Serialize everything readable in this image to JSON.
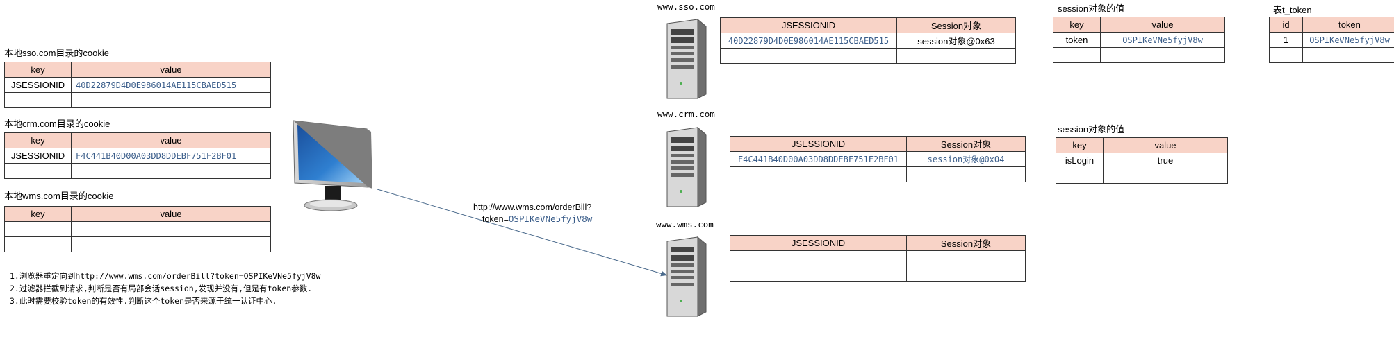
{
  "local_cookies": {
    "sso": {
      "title": "本地sso.com目录的cookie",
      "headers": [
        "key",
        "value"
      ],
      "rows": [
        [
          "JSESSIONID",
          "40D22879D4D0E986014AE115CBAED515"
        ],
        [
          "",
          ""
        ]
      ]
    },
    "crm": {
      "title": "本地crm.com目录的cookie",
      "headers": [
        "key",
        "value"
      ],
      "rows": [
        [
          "JSESSIONID",
          "F4C441B40D00A03DD8DDEBF751F2BF01"
        ],
        [
          "",
          ""
        ]
      ]
    },
    "wms": {
      "title": "本地wms.com目录的cookie",
      "headers": [
        "key",
        "value"
      ],
      "rows": [
        [
          "",
          ""
        ],
        [
          "",
          ""
        ]
      ]
    }
  },
  "request": {
    "line1": "http://www.wms.com/orderBill?",
    "line2_prefix": "token=",
    "line2_token": "OSPIKeVNe5fyjV8w"
  },
  "steps": [
    "1.浏览器重定向到http://www.wms.com/orderBill?token=OSPIKeVNe5fyjV8w",
    "2.过滤器拦截到请求,判断是否有局部会话session,发现并没有,但是有token参数.",
    "3.此时需要校验token的有效性.判断这个token是否来源于统一认证中心."
  ],
  "servers": {
    "sso": {
      "host": "www.sso.com",
      "headers": [
        "JSESSIONID",
        "Session对象"
      ],
      "rows": [
        [
          "40D22879D4D0E986014AE115CBAED515",
          "session对象@0x63"
        ],
        [
          "",
          ""
        ]
      ]
    },
    "crm": {
      "host": "www.crm.com",
      "headers": [
        "JSESSIONID",
        "Session对象"
      ],
      "rows": [
        [
          "F4C441B40D00A03DD8DDEBF751F2BF01",
          "session对象@0x04"
        ],
        [
          "",
          ""
        ]
      ]
    },
    "wms": {
      "host": "www.wms.com",
      "headers": [
        "JSESSIONID",
        "Session对象"
      ],
      "rows": [
        [
          "",
          ""
        ],
        [
          "",
          ""
        ]
      ]
    }
  },
  "sso_session_value": {
    "title": "session对象的值",
    "headers": [
      "key",
      "value"
    ],
    "rows": [
      [
        "token",
        "OSPIKeVNe5fyjV8w"
      ],
      [
        "",
        ""
      ]
    ]
  },
  "crm_session_value": {
    "title": "session对象的值",
    "headers": [
      "key",
      "value"
    ],
    "rows": [
      [
        "isLogin",
        "true"
      ],
      [
        "",
        ""
      ]
    ]
  },
  "t_token_table": {
    "title": "表t_token",
    "headers": [
      "id",
      "token"
    ],
    "rows": [
      [
        "1",
        "OSPIKeVNe5fyjV8w"
      ],
      [
        "",
        ""
      ]
    ]
  },
  "colors": {
    "header_fill": "#f8d3c7",
    "arrow": "#4a6a8c",
    "mono_text": "#3a5d8a"
  }
}
